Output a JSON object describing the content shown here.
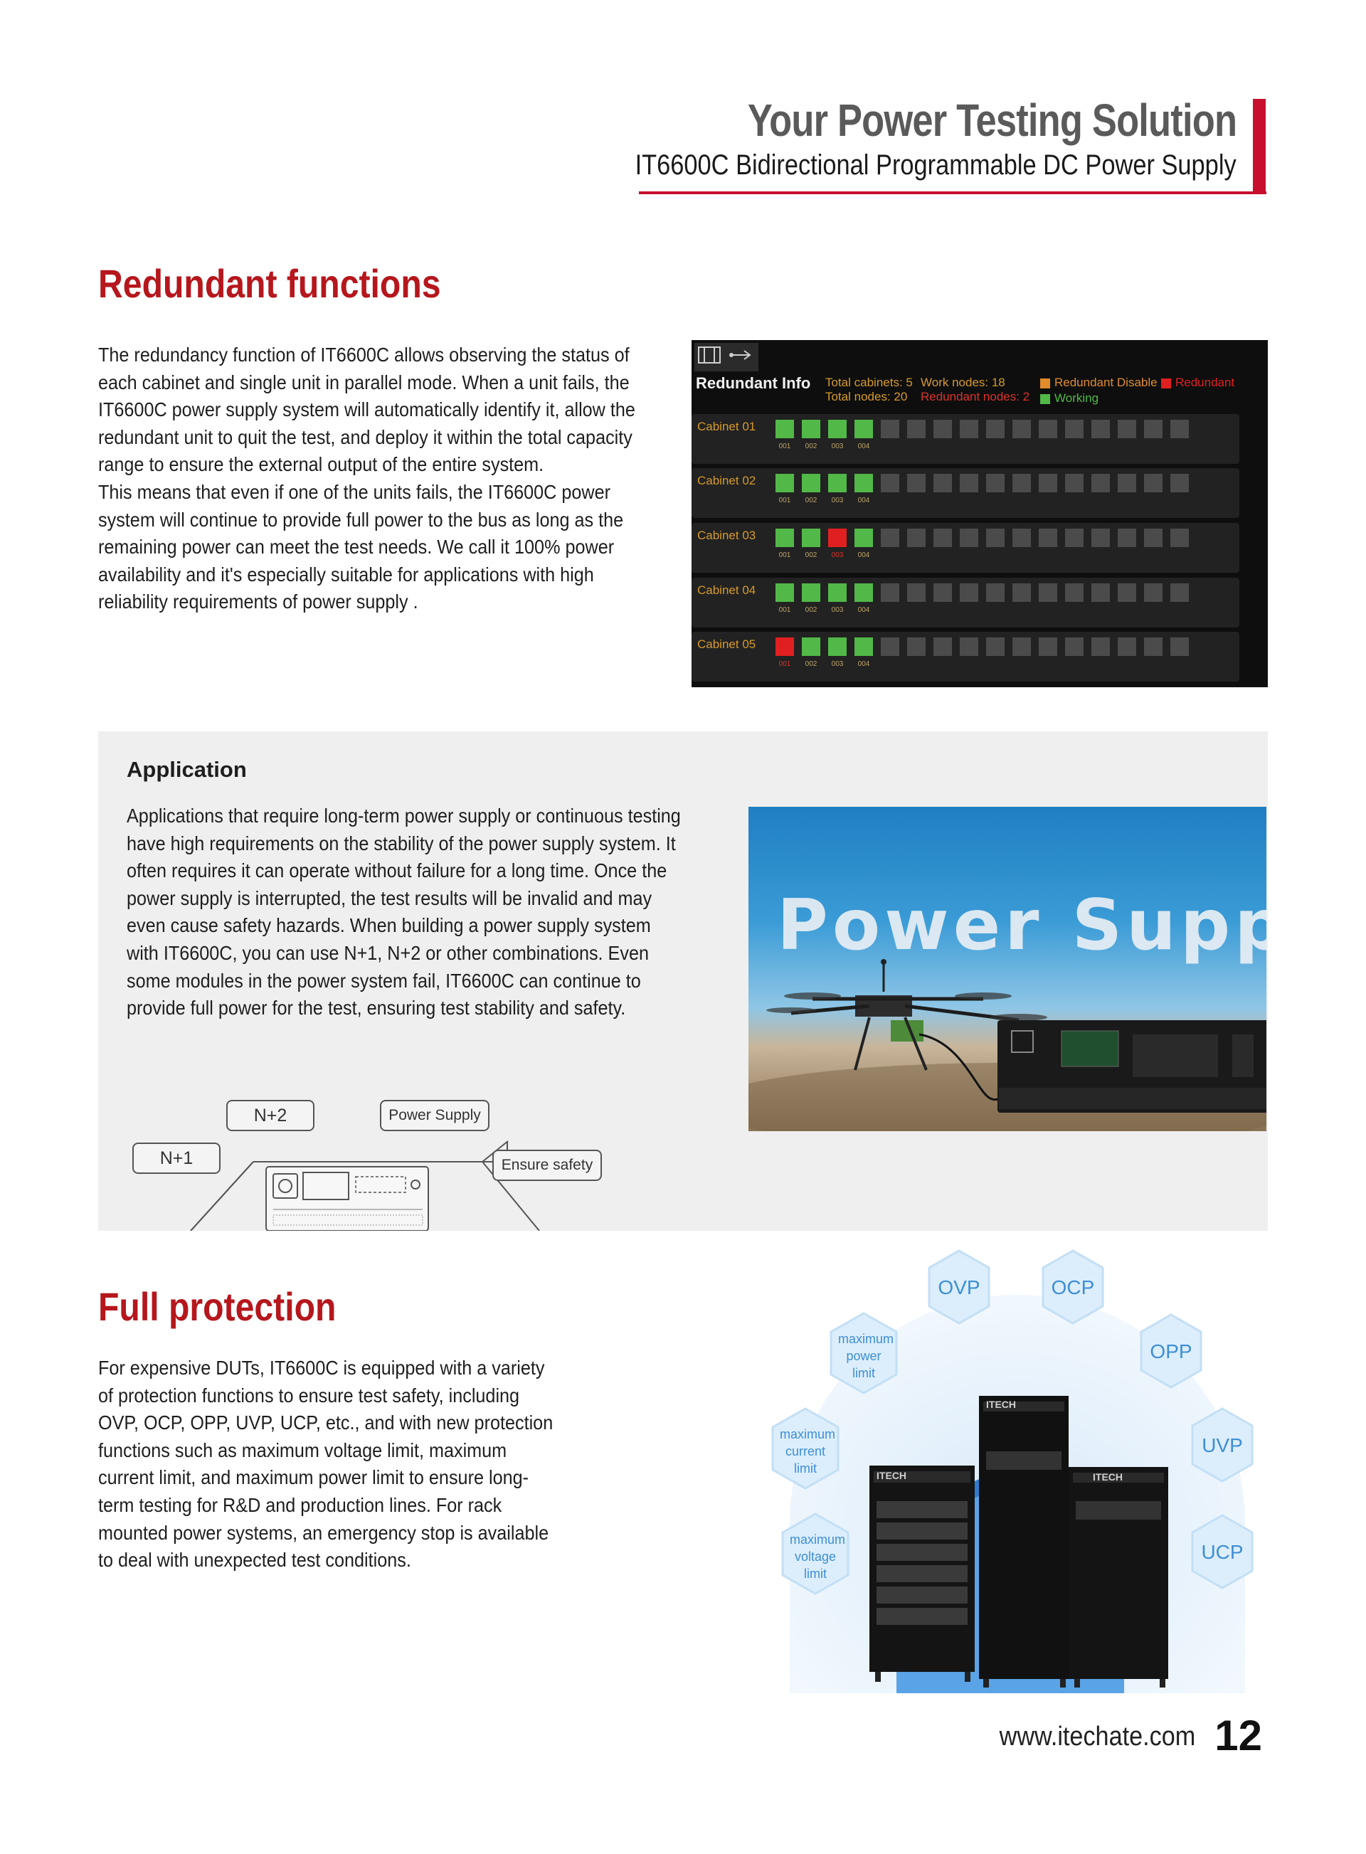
{
  "header": {
    "title": "Your Power Testing Solution",
    "subtitle": "IT6600C Bidirectional Programmable DC Power Supply"
  },
  "redundant": {
    "title": "Redundant functions",
    "paragraphs": [
      "The redundancy function of IT6600C allows observing the status of each cabinet and single unit in parallel mode. When a unit fails, the IT6600C power supply system will automatically identify it, allow the redundant unit to quit the test, and deploy it within the total capacity range to ensure the external output of the entire system.",
      "This means that even if one of the units fails, the IT6600C power system will continue to provide full power to the bus as long as the remaining power can meet the test needs. We call it 100% power availability and it's especially suitable for applications with high reliability requirements of power supply ."
    ],
    "screen": {
      "title": "Redundant Info",
      "total_cabinets": "Total cabinets:  5",
      "total_nodes": "Total nodes:  20",
      "work_nodes": "Work nodes:  18",
      "redundant_nodes": "Redundant nodes:  2",
      "legend": [
        {
          "label": "Redundant Disable",
          "color": "#e08c2a"
        },
        {
          "label": "Redundant",
          "color": "#e02020"
        },
        {
          "label": "Working",
          "color": "#52b848"
        }
      ],
      "cabinets": [
        {
          "name": "Cabinet 01",
          "nodes": [
            "g",
            "g",
            "g",
            "g"
          ],
          "labels": [
            "001",
            "002",
            "003",
            "004"
          ]
        },
        {
          "name": "Cabinet 02",
          "nodes": [
            "g",
            "g",
            "g",
            "g"
          ],
          "labels": [
            "001",
            "002",
            "003",
            "004"
          ]
        },
        {
          "name": "Cabinet 03",
          "nodes": [
            "g",
            "g",
            "r",
            "g"
          ],
          "labels": [
            "001",
            "002",
            "003",
            "004"
          ]
        },
        {
          "name": "Cabinet 04",
          "nodes": [
            "g",
            "g",
            "g",
            "g"
          ],
          "labels": [
            "001",
            "002",
            "003",
            "004"
          ]
        },
        {
          "name": "Cabinet 05",
          "nodes": [
            "r",
            "g",
            "g",
            "g"
          ],
          "labels": [
            "001",
            "002",
            "003",
            "004"
          ]
        }
      ]
    }
  },
  "application": {
    "heading": "Application",
    "text": "Applications that require long-term power supply or continuous testing have high requirements on the stability of the power supply system. It often requires it can operate without failure for a long time. Once the power supply is interrupted, the test results will be invalid and may even cause safety hazards. When building a power supply system with IT6600C, you can use N+1, N+2 or other combinations. Even some modules in the power system fail, IT6600C can continue to provide full power for the test, ensuring test stability and safety.",
    "image_text": "Power Supply",
    "tags": {
      "n2": "N+2",
      "n1": "N+1",
      "power_supply": "Power Supply",
      "ensure_safety": "Ensure safety"
    }
  },
  "protection": {
    "title": "Full protection",
    "text": "For expensive DUTs, IT6600C is equipped with a variety of protection functions to ensure test safety, including OVP, OCP, OPP, UVP, UCP, etc., and with new protection functions such as maximum voltage limit, maximum current limit, and maximum power limit to ensure long-term testing for R&D and production lines. For rack mounted power systems, an emergency stop is available to deal with unexpected test conditions.",
    "hexes": {
      "ovp": "OVP",
      "ocp": "OCP",
      "opp": "OPP",
      "uvp": "UVP",
      "ucp": "UCP",
      "max_power": "maximum power limit",
      "max_current": "maximum current limit",
      "max_voltage": "maximum voltage limit"
    },
    "brand": "ITECH"
  },
  "footer": {
    "url": "www.itechate.com",
    "page": "12"
  }
}
